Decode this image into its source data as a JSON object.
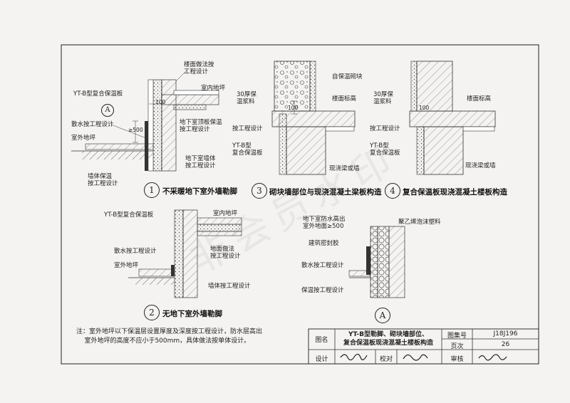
{
  "watermark": "非会员水印",
  "detail1": {
    "labels": {
      "board": "YT-B型复合保温板",
      "floor_note": "楼面做法按\n工程设计",
      "indoor_floor": "室内地坪",
      "apron": "散水按工程设计",
      "outdoor": "室外地坪",
      "roof_insulation": "地下室顶板保温\n按工程设计",
      "basement_wall": "地下室墙体\n按工程设计",
      "wall_insulation": "墙体保温\n按工程设计",
      "dim_100": "100",
      "dim_500": "≥500"
    },
    "num": "1",
    "caption": "不采暖地下室外墙勒脚",
    "callout": "A"
  },
  "detail2": {
    "labels": {
      "board": "YT-B型复合保温板",
      "indoor_floor": "室内地坪",
      "apron": "散水按工程设计",
      "outdoor": "室外地坪",
      "floor_note": "地面做法\n按工程设计",
      "wall": "墙体按工程设计"
    },
    "num": "2",
    "caption": "无地下室外墙勒脚"
  },
  "detail3": {
    "labels": {
      "block": "自保温砌块",
      "mortar": "30厚保\n温浆料",
      "floor_level": "楼面标高",
      "per_design": "按工程设计",
      "board": "YT-B型\n复合保温板",
      "beam": "现浇梁或墙",
      "dim_100": "100"
    },
    "num": "3",
    "caption": "砌块墙部位与现浇混凝土梁板构造"
  },
  "detail4": {
    "labels": {
      "mortar": "30厚保\n温浆料",
      "floor_level": "楼面标高",
      "per_design": "按工程设计",
      "board": "YT-B型\n复合保温板",
      "beam": "现浇梁或墙",
      "dim_100": "100"
    },
    "num": "4",
    "caption": "复合保温板现浇混凝土楼板构造"
  },
  "detailA": {
    "labels": {
      "waterproof": "地下室防水高出\n室外地面≥500",
      "sealant": "建筑密封胶",
      "foam": "聚乙烯泡沫塑料",
      "apron": "散水按工程设计",
      "insulation": "保温按工程设计"
    },
    "num": "A"
  },
  "note": "注：室外地坪以下保温层设置厚度及深度按工程设计，防水层高出\n    室外地坪的高度不应小于500mm，具体做法按单体设计。",
  "title_block": {
    "title_label": "图名",
    "title": "YT-B型勒脚、砌块墙部位、\n复合保温板现浇混凝土楼板构造",
    "atlas_label": "图集号",
    "atlas": "J18J196",
    "page_label": "页次",
    "page": "26",
    "design_label": "设计",
    "check_label": "校对",
    "review_label": "审核"
  }
}
